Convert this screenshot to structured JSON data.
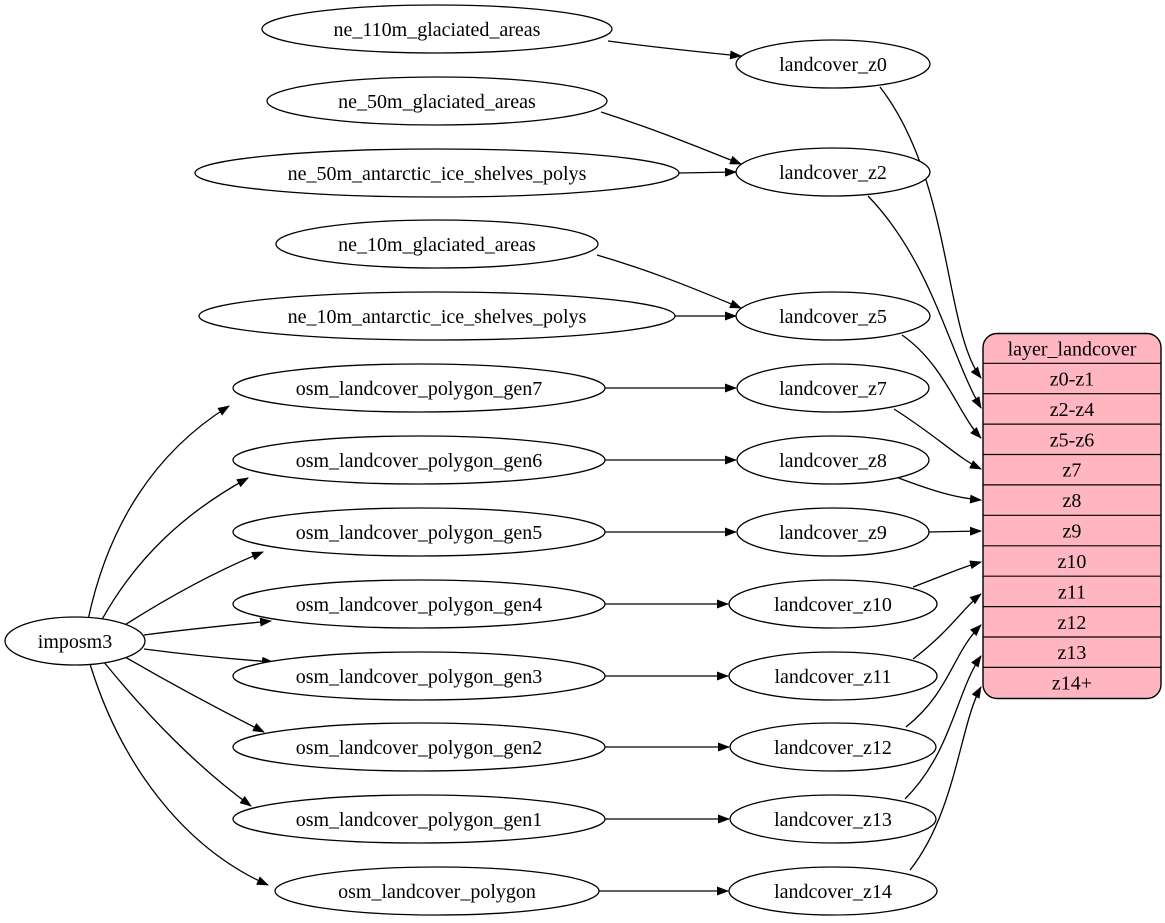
{
  "diagram": {
    "root": {
      "label": "imposm3"
    },
    "sources": [
      {
        "label": "ne_110m_glaciated_areas"
      },
      {
        "label": "ne_50m_glaciated_areas"
      },
      {
        "label": "ne_50m_antarctic_ice_shelves_polys"
      },
      {
        "label": "ne_10m_glaciated_areas"
      },
      {
        "label": "ne_10m_antarctic_ice_shelves_polys"
      },
      {
        "label": "osm_landcover_polygon_gen7"
      },
      {
        "label": "osm_landcover_polygon_gen6"
      },
      {
        "label": "osm_landcover_polygon_gen5"
      },
      {
        "label": "osm_landcover_polygon_gen4"
      },
      {
        "label": "osm_landcover_polygon_gen3"
      },
      {
        "label": "osm_landcover_polygon_gen2"
      },
      {
        "label": "osm_landcover_polygon_gen1"
      },
      {
        "label": "osm_landcover_polygon"
      }
    ],
    "generalized": [
      {
        "label": "landcover_z0"
      },
      {
        "label": "landcover_z2"
      },
      {
        "label": "landcover_z5"
      },
      {
        "label": "landcover_z7"
      },
      {
        "label": "landcover_z8"
      },
      {
        "label": "landcover_z9"
      },
      {
        "label": "landcover_z10"
      },
      {
        "label": "landcover_z11"
      },
      {
        "label": "landcover_z12"
      },
      {
        "label": "landcover_z13"
      },
      {
        "label": "landcover_z14"
      }
    ],
    "layer": {
      "title": "layer_landcover",
      "zoom_rows": [
        "z0-z1",
        "z2-z4",
        "z5-z6",
        "z7",
        "z8",
        "z9",
        "z10",
        "z11",
        "z12",
        "z13",
        "z14+"
      ]
    },
    "colors": {
      "layer_fill": "#ffb6c1",
      "node_fill": "#ffffff",
      "edge_stroke": "#000000",
      "background": "#ffffff"
    },
    "edges": [
      {
        "from": "imposm3",
        "to": "osm_landcover_polygon_gen7"
      },
      {
        "from": "imposm3",
        "to": "osm_landcover_polygon_gen6"
      },
      {
        "from": "imposm3",
        "to": "osm_landcover_polygon_gen5"
      },
      {
        "from": "imposm3",
        "to": "osm_landcover_polygon_gen4"
      },
      {
        "from": "imposm3",
        "to": "osm_landcover_polygon_gen3"
      },
      {
        "from": "imposm3",
        "to": "osm_landcover_polygon_gen2"
      },
      {
        "from": "imposm3",
        "to": "osm_landcover_polygon_gen1"
      },
      {
        "from": "imposm3",
        "to": "osm_landcover_polygon"
      },
      {
        "from": "ne_110m_glaciated_areas",
        "to": "landcover_z0"
      },
      {
        "from": "ne_50m_glaciated_areas",
        "to": "landcover_z2"
      },
      {
        "from": "ne_50m_antarctic_ice_shelves_polys",
        "to": "landcover_z2"
      },
      {
        "from": "ne_10m_glaciated_areas",
        "to": "landcover_z5"
      },
      {
        "from": "ne_10m_antarctic_ice_shelves_polys",
        "to": "landcover_z5"
      },
      {
        "from": "osm_landcover_polygon_gen7",
        "to": "landcover_z7"
      },
      {
        "from": "osm_landcover_polygon_gen6",
        "to": "landcover_z8"
      },
      {
        "from": "osm_landcover_polygon_gen5",
        "to": "landcover_z9"
      },
      {
        "from": "osm_landcover_polygon_gen4",
        "to": "landcover_z10"
      },
      {
        "from": "osm_landcover_polygon_gen3",
        "to": "landcover_z11"
      },
      {
        "from": "osm_landcover_polygon_gen2",
        "to": "landcover_z12"
      },
      {
        "from": "osm_landcover_polygon_gen1",
        "to": "landcover_z13"
      },
      {
        "from": "osm_landcover_polygon",
        "to": "landcover_z14"
      },
      {
        "from": "landcover_z0",
        "to": "layer_landcover.z0-z1"
      },
      {
        "from": "landcover_z2",
        "to": "layer_landcover.z2-z4"
      },
      {
        "from": "landcover_z5",
        "to": "layer_landcover.z5-z6"
      },
      {
        "from": "landcover_z7",
        "to": "layer_landcover.z7"
      },
      {
        "from": "landcover_z8",
        "to": "layer_landcover.z8"
      },
      {
        "from": "landcover_z9",
        "to": "layer_landcover.z9"
      },
      {
        "from": "landcover_z10",
        "to": "layer_landcover.z10"
      },
      {
        "from": "landcover_z11",
        "to": "layer_landcover.z11"
      },
      {
        "from": "landcover_z12",
        "to": "layer_landcover.z12"
      },
      {
        "from": "landcover_z13",
        "to": "layer_landcover.z13"
      },
      {
        "from": "landcover_z14",
        "to": "layer_landcover.z14+"
      }
    ]
  }
}
